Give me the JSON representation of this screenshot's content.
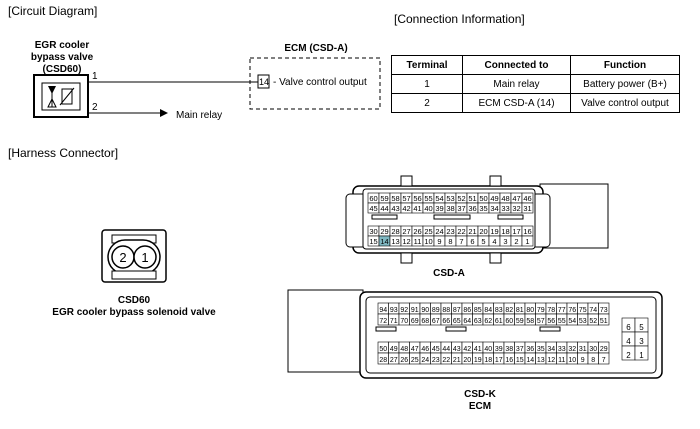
{
  "circuit": {
    "section_title": "[Circuit Diagram]",
    "valve_label_1": "EGR cooler",
    "valve_label_2": "bypass valve",
    "valve_label_3": "(CSD60)",
    "ecm_title": "ECM (CSD-A)",
    "ecm_pin": "14",
    "ecm_pin_desc": "- Valve control output",
    "wire1": "1",
    "wire2": "2",
    "main_relay": "Main relay"
  },
  "connection": {
    "section_title": "[Connection Information]",
    "headers": [
      "Terminal",
      "Connected to",
      "Function"
    ],
    "rows": [
      [
        "1",
        "Main relay",
        "Battery power (B+)"
      ],
      [
        "2",
        "ECM CSD-A (14)",
        "Valve control output"
      ]
    ]
  },
  "harness": {
    "section_title": "[Harness Connector]",
    "csd60_pins": [
      "2",
      "1"
    ],
    "csd60_label": "CSD60",
    "csd60_desc": "EGR cooler bypass solenoid valve",
    "csda_label": "CSD-A",
    "csdk_label": "CSD-K",
    "csdk_sub": "ECM",
    "csda_rows": [
      [
        "60",
        "59",
        "58",
        "57",
        "56",
        "55",
        "54",
        "53",
        "52",
        "51",
        "50",
        "49",
        "48",
        "47",
        "46"
      ],
      [
        "45",
        "44",
        "43",
        "42",
        "41",
        "40",
        "39",
        "38",
        "37",
        "36",
        "35",
        "34",
        "33",
        "32",
        "31"
      ],
      [
        "30",
        "29",
        "28",
        "27",
        "26",
        "25",
        "24",
        "23",
        "22",
        "21",
        "20",
        "19",
        "18",
        "17",
        "16"
      ],
      [
        "15",
        "14",
        "13",
        "12",
        "11",
        "10",
        "9",
        "8",
        "7",
        "6",
        "5",
        "4",
        "3",
        "2",
        "1"
      ]
    ],
    "csdk_rows": [
      [
        "94",
        "93",
        "92",
        "91",
        "90",
        "89",
        "88",
        "87",
        "86",
        "85",
        "84",
        "83",
        "82",
        "81",
        "80",
        "79",
        "78",
        "77",
        "76",
        "75",
        "74",
        "73"
      ],
      [
        "72",
        "71",
        "70",
        "69",
        "68",
        "67",
        "66",
        "65",
        "64",
        "63",
        "62",
        "61",
        "60",
        "59",
        "58",
        "57",
        "56",
        "55",
        "54",
        "53",
        "52",
        "51"
      ],
      [
        "50",
        "49",
        "48",
        "47",
        "46",
        "45",
        "44",
        "43",
        "42",
        "41",
        "40",
        "39",
        "38",
        "37",
        "36",
        "35",
        "34",
        "33",
        "32",
        "31",
        "30",
        "29"
      ],
      [
        "28",
        "27",
        "26",
        "25",
        "24",
        "23",
        "22",
        "21",
        "20",
        "19",
        "18",
        "17",
        "16",
        "15",
        "14",
        "13",
        "12",
        "11",
        "10",
        "9",
        "8",
        "7"
      ]
    ],
    "csdk_small": [
      [
        "6",
        "5"
      ],
      [
        "4",
        "3"
      ],
      [
        "2",
        "1"
      ]
    ],
    "highlight_pin": "14",
    "highlight_color": "#7fb8c2"
  }
}
